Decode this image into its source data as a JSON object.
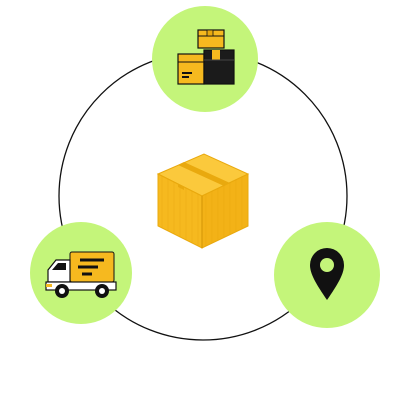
{
  "colors": {
    "background": "#ffffff",
    "ring_stroke": "#111111",
    "node_fill": "#c4f57a",
    "box_yellow": "#f6b91f",
    "box_yellow_light": "#fbc93c",
    "box_yellow_dark": "#e9a90e",
    "ink": "#111111"
  },
  "nodes": [
    {
      "id": "warehouse",
      "icon": "stacked-boxes-icon"
    },
    {
      "id": "delivery",
      "icon": "delivery-truck-icon"
    },
    {
      "id": "destination",
      "icon": "location-pin-icon"
    }
  ],
  "center": {
    "icon": "cardboard-box-icon"
  }
}
